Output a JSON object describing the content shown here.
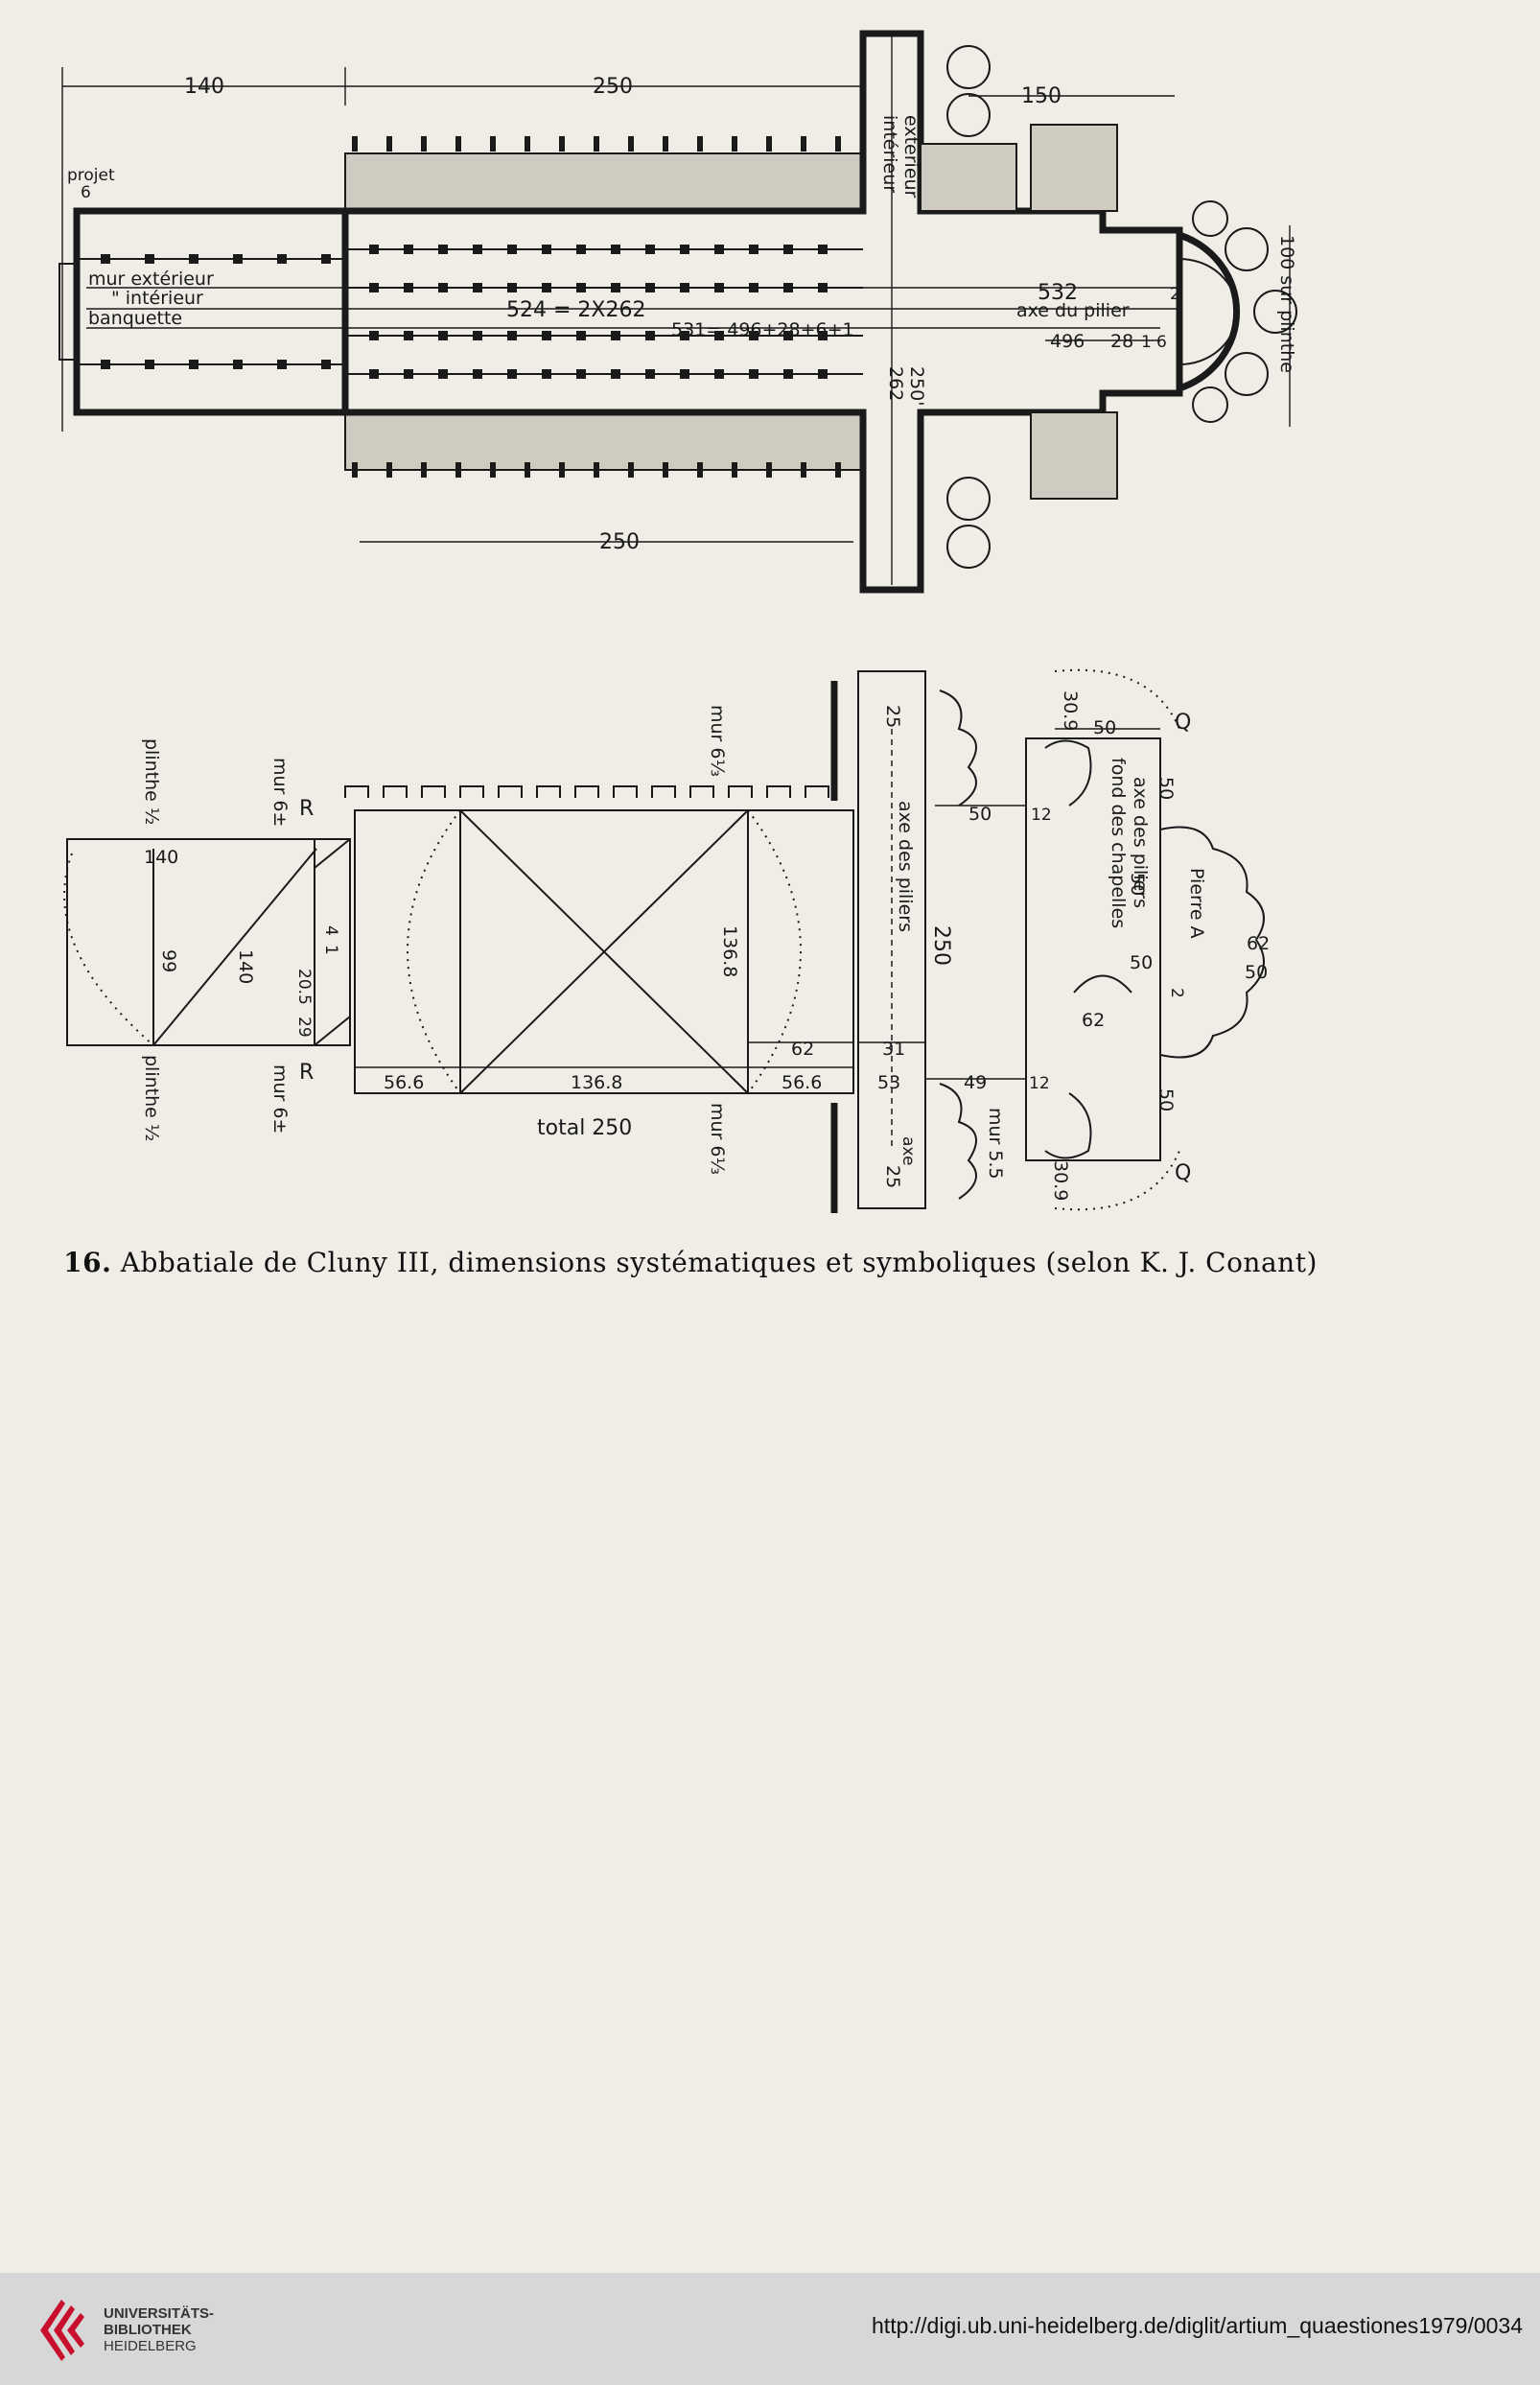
{
  "plan_top": {
    "dims": {
      "d140": "140",
      "d250_top": "250",
      "d150": "150",
      "d250_bottom": "250",
      "d100": "100 sur plinthe",
      "d524": "524 = 2X262",
      "d531": "531= 496+28+6+1",
      "d532": "532",
      "d2": "2",
      "d496": "496",
      "d28": "28",
      "d1": "1",
      "d6": "6",
      "d262": "262",
      "d250v": "250'"
    },
    "labels": {
      "projet": "projet",
      "projet_val": "6",
      "mur_exterieur": "mur extérieur",
      "interieur": "\" intérieur",
      "banquette": "banquette",
      "axe_pilier": "axe du pilier",
      "exterieur_v": "exterieur",
      "interieur_v": "intérieur"
    }
  },
  "plan_bottom": {
    "dims": {
      "d140a": "140",
      "d99": "99",
      "d140b": "140",
      "d4": "4",
      "d1": "1",
      "d205": "20.5",
      "d29": "29",
      "d1368v": "136.8",
      "d566a": "56.6",
      "d1368h": "136.8",
      "d566b": "56.6",
      "total": "total 250",
      "d62a": "62",
      "d31": "31",
      "d53": "53",
      "d25a": "25",
      "d250v": "250",
      "d25b": "25",
      "d49": "49",
      "d12a": "12",
      "d12b": "12",
      "d50a": "50",
      "d309a": "30.9",
      "d50b": "50",
      "d50c": "50",
      "d50d": "50",
      "d50e": "50",
      "d62b": "62",
      "d50f": "50",
      "d62c": "62",
      "d2": "2",
      "d50g": "50",
      "d309b": "30.9"
    },
    "labels": {
      "mur63a": "mur 6⅓",
      "mur63b": "mur 6⅓",
      "mur6a": "mur 6±",
      "mur6b": "mur 6±",
      "plinthe_a": "plinthe ½",
      "plinthe_b": "plinthe ½",
      "R1": "R",
      "R2": "R",
      "axe_piliers": "axe des piliers",
      "axe_des_piliers": "axe des piliers",
      "fond_chapelles": "fond des chapelles",
      "pierre": "Pierre A",
      "mur55": "mur 5.5",
      "axe": "axe",
      "Q1": "Q",
      "Q2": "Q"
    }
  },
  "caption": {
    "number": "16.",
    "text": "Abbatiale de Cluny III, dimensions systématiques et symboliques (selon K. J. Conant)"
  },
  "footer": {
    "logo_line1": "UNIVERSITÄTS-",
    "logo_line2": "BIBLIOTHEK",
    "logo_line3": "HEIDELBERG",
    "url": "http://digi.ub.uni-heidelberg.de/diglit/artium_quaestiones1979/0034",
    "logo_color": "#c8102e"
  }
}
